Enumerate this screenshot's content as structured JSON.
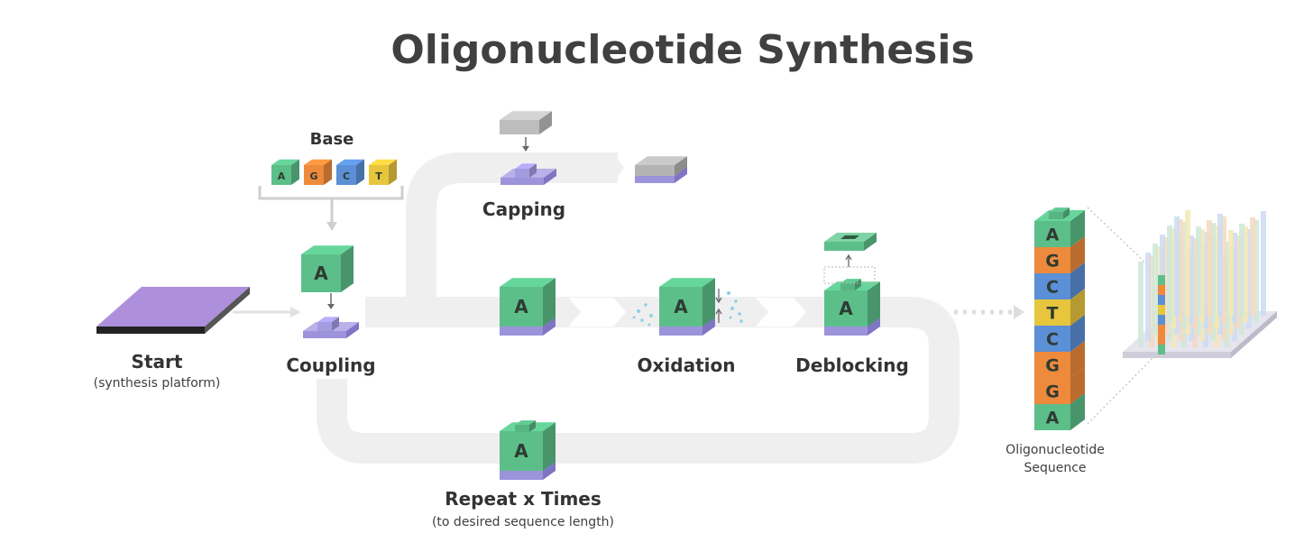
{
  "title": "Oligonucleotide Synthesis",
  "base_label": "Base",
  "base_letters": [
    "A",
    "G",
    "C",
    "T"
  ],
  "steps": {
    "start": {
      "label": "Start",
      "sub": "(synthesis platform)"
    },
    "coupling": {
      "label": "Coupling"
    },
    "capping": {
      "label": "Capping"
    },
    "oxidation": {
      "label": "Oxidation"
    },
    "deblocking": {
      "label": "Deblocking"
    },
    "repeat": {
      "label": "Repeat x Times",
      "sub": "(to desired sequence length)"
    }
  },
  "cube_letter": "A",
  "sequence": {
    "letters": [
      "A",
      "G",
      "C",
      "T",
      "C",
      "G",
      "G",
      "A"
    ],
    "label_line1": "Oligonucleotide",
    "label_line2": "Sequence"
  },
  "colors": {
    "A": "#5cbf8a",
    "G": "#ee8a3c",
    "C": "#5b8fd6",
    "T": "#e7c63e",
    "platform": "#a98bd6",
    "linker": "#a9a0de",
    "flow": "#efefef",
    "cap": "#b9b9b9"
  }
}
